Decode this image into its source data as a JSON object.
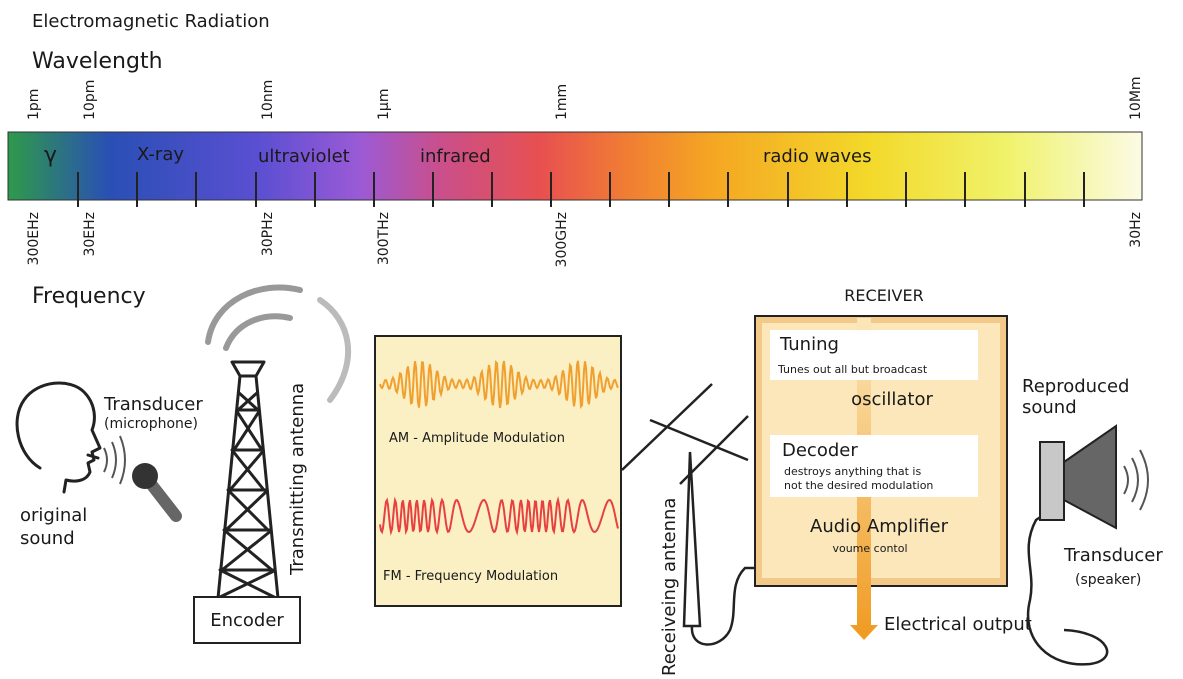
{
  "title": "Electromagnetic Radiation",
  "wavelength_label": "Wavelength",
  "frequency_label": "Frequency",
  "wavelength_ticks": [
    "1pm",
    "10pm",
    "10nm",
    "1μm",
    "1mm",
    "10Mm"
  ],
  "frequency_ticks": [
    "300EHz",
    "30EHz",
    "30PHz",
    "300THz",
    "300GHz",
    "30Hz"
  ],
  "bands": [
    "γ",
    "X-ray",
    "ultraviolet",
    "infrared",
    "radio waves"
  ],
  "source": {
    "original_sound": [
      "original",
      "sound"
    ],
    "transducer": "Transducer",
    "transducer_sub": "(microphone)",
    "antenna": "Transmitting antenna",
    "encoder": "Encoder"
  },
  "modulation": {
    "am": "AM - Amplitude Modulation",
    "fm": "FM - Frequency Modulation"
  },
  "receiver": {
    "title": "RECEIVER",
    "antenna": "Receiveing antenna",
    "tuning": "Tuning",
    "tuning_sub": "Tunes out all but broadcast",
    "oscillator": "oscillator",
    "decoder": "Decoder",
    "decoder_sub_1": "destroys anything that is",
    "decoder_sub_2": "not the desired modulation",
    "amplifier": "Audio Amplifier",
    "amplifier_sub": "voume contol",
    "electrical_output": "Electrical output"
  },
  "output": {
    "reproduced": [
      "Reproduced",
      "sound"
    ],
    "transducer": "Transducer",
    "transducer_sub": "(speaker)"
  },
  "colors": {
    "spectrum": [
      "#2e9a4a",
      "#2a4fb5",
      "#5a4fd2",
      "#9b5ad6",
      "#c94f8c",
      "#e85050",
      "#f07a35",
      "#f5a623",
      "#f3d92a",
      "#f0f26a",
      "#fbfbe6"
    ],
    "am_wave": "#f0a030",
    "fm_wave": "#e84040",
    "mod_box": "#faf0c4",
    "receiver_box": "#f3c98a",
    "receiver_inner": "#fbe7b9"
  }
}
